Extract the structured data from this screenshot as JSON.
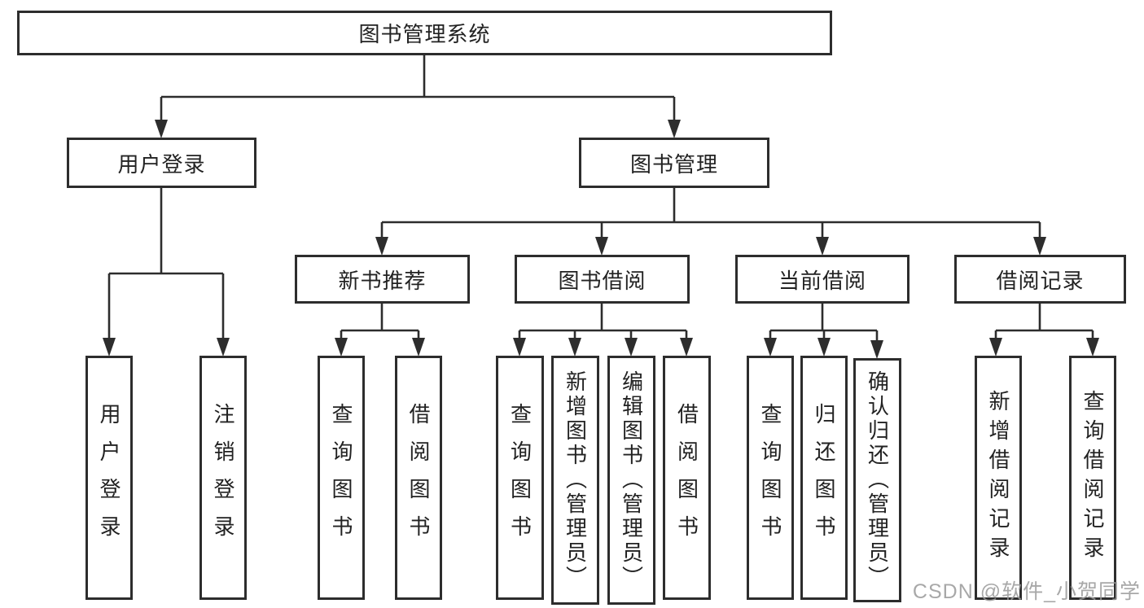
{
  "diagram_type": "hierarchy-tree",
  "tree": {
    "label": "图书管理系统",
    "children": [
      {
        "label": "用户登录",
        "children": [
          {
            "label": "用户登录"
          },
          {
            "label": "注销登录"
          }
        ]
      },
      {
        "label": "图书管理",
        "children": [
          {
            "label": "新书推荐",
            "children": [
              {
                "label": "查询图书"
              },
              {
                "label": "借阅图书"
              }
            ]
          },
          {
            "label": "图书借阅",
            "children": [
              {
                "label": "查询图书"
              },
              {
                "label": "新增图书（管理员）"
              },
              {
                "label": "编辑图书（管理员）"
              },
              {
                "label": "借阅图书"
              }
            ]
          },
          {
            "label": "当前借阅",
            "children": [
              {
                "label": "查询图书"
              },
              {
                "label": "归还图书"
              },
              {
                "label": "确认归还（管理员）"
              }
            ]
          },
          {
            "label": "借阅记录",
            "children": [
              {
                "label": "新增借阅记录"
              },
              {
                "label": "查询借阅记录"
              }
            ]
          }
        ]
      }
    ]
  },
  "watermark": {
    "text": "CSDN @软件_小贺同学",
    "color": "#9a9a9a"
  },
  "colors": {
    "line": "#2d2d2d",
    "box_border": "#2d2d2d",
    "box_fill": "#ffffff",
    "text": "#222222",
    "background": "#ffffff"
  }
}
